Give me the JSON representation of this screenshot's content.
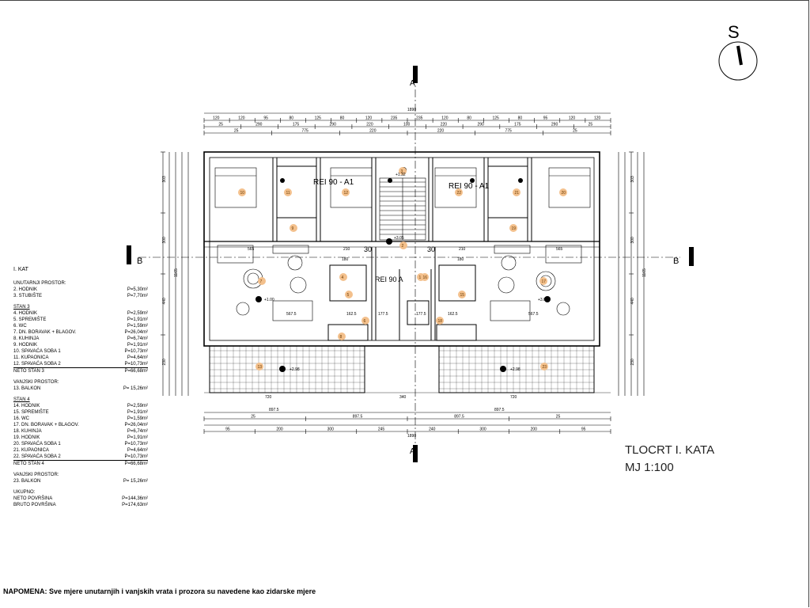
{
  "compass": {
    "label": "S"
  },
  "section_marks": {
    "a": "A",
    "b": "B"
  },
  "title": {
    "line1": "TLOCRT I. KATA",
    "line2": "MJ 1:100"
  },
  "note": "NAPOMENA: Sve mjere unutarnjih i vanjskih vrata i prozora su navedene kao zidarske mjere",
  "fire_labels": {
    "rei": "REI 90 - A1",
    "rei_short": "REI 90 A",
    "rei30": "30",
    "rei30b": "30"
  },
  "dims_top": {
    "total": "1890",
    "row1": [
      "120",
      "120",
      "95",
      "80",
      "125",
      "80",
      "120",
      "235",
      "235",
      "120",
      "80",
      "125",
      "80",
      "95",
      "120",
      "120"
    ],
    "row2": [
      "25",
      "290",
      "175",
      "290",
      "220",
      "100",
      "220",
      "290",
      "175",
      "290",
      "25"
    ],
    "row3": [
      "25",
      "775",
      "220",
      "220",
      "775",
      "25"
    ]
  },
  "dims_bottom": {
    "row1": [
      "897.5",
      "897.5"
    ],
    "row2": [
      "25",
      "897.5",
      "897.5",
      "25"
    ],
    "row3": [
      "95",
      "200",
      "300",
      "245",
      "240",
      "300",
      "200",
      "95"
    ],
    "total": "1890",
    "mid": [
      "720",
      "340",
      "720"
    ]
  },
  "dims_side": {
    "total": "1165",
    "parts": [
      "303",
      "300",
      "440",
      "230"
    ]
  },
  "levels": {
    "l1": "+1.32",
    "l2": "+3.05",
    "l3": "+1.00",
    "l4": "+3.00",
    "l5": "+2.98",
    "l6": "+2.98"
  },
  "interior_dims": {
    "d1": "567.5",
    "d2": "162.5",
    "d3": "177.5",
    "d4": "177.5",
    "d5": "162.5",
    "d6": "567.5",
    "d7": "565",
    "d8": "565",
    "d9": "210",
    "d10": "210",
    "d11": "180",
    "d12": "180"
  },
  "room_numbers": [
    "2",
    "3",
    "4",
    "5",
    "6",
    "7",
    "8",
    "9",
    "10",
    "11",
    "12",
    "13",
    "14",
    "15",
    "16",
    "17",
    "18",
    "19",
    "20",
    "21",
    "22",
    "23"
  ],
  "legend": {
    "floor": "I. KAT",
    "groups": [
      {
        "header": "UNUTARNJI PROSTOR:",
        "underline": false,
        "rows": [
          {
            "name": "2. HODNIK",
            "area": "P=5,30m²"
          },
          {
            "name": "3. STUBIŠTE",
            "area": "P=7,70m²"
          }
        ]
      },
      {
        "header": "STAN 3",
        "underline": true,
        "rows": [
          {
            "name": "4. HODNIK",
            "area": "P=2,59m²"
          },
          {
            "name": "5. SPREMIŠTE",
            "area": "P=1,91m²"
          },
          {
            "name": "6. WC",
            "area": "P=1,59m²"
          },
          {
            "name": "7. DN. BORAVAK + BLAGOV.",
            "area": "P=26,04m²"
          },
          {
            "name": "8. KUHINJA",
            "area": "P=6,74m²"
          },
          {
            "name": "9. HODNIK",
            "area": "P=1,91m²"
          },
          {
            "name": "10. SPAVAĆA SOBA 1",
            "area": "P=10,73m²"
          },
          {
            "name": "11. KUPAONICA",
            "area": "P=4,64m²"
          },
          {
            "name": "12. SPAVAĆA SOBA 2",
            "area": "P=10,73m²"
          }
        ],
        "total": {
          "name": "NETO STAN 3",
          "area": "P=66,68m²"
        }
      },
      {
        "header": "VANJSKI PROSTOR:",
        "underline": false,
        "rows": [
          {
            "name": "13. BALKON",
            "area": "P= 15,26m²"
          }
        ]
      },
      {
        "header": "STAN 4",
        "underline": true,
        "rows": [
          {
            "name": "14. HODNIK",
            "area": "P=2,59m²"
          },
          {
            "name": "15. SPREMIŠTE",
            "area": "P=1,91m²"
          },
          {
            "name": "16. WC",
            "area": "P=1,59m²"
          },
          {
            "name": "17. DN. BORAVAK + BLAGOV.",
            "area": "P=26,04m²"
          },
          {
            "name": "18. KUHINJA",
            "area": "P=6,74m²"
          },
          {
            "name": "19. HODNIK",
            "area": "P=1,91m²"
          },
          {
            "name": "20. SPAVAĆA SOBA 1",
            "area": "P=10,73m²"
          },
          {
            "name": "21. KUPAONICA",
            "area": "P=4,64m²"
          },
          {
            "name": "22. SPAVAĆA SOBA 2",
            "area": "P=10,73m²"
          }
        ],
        "total": {
          "name": "NETO STAN 4",
          "area": "P=66,68m²"
        }
      },
      {
        "header": "VANJSKI PROSTOR:",
        "underline": false,
        "rows": [
          {
            "name": "23. BALKON",
            "area": "P= 15,26m²"
          }
        ]
      },
      {
        "header": "UKUPNO:",
        "underline": false,
        "rows": [
          {
            "name": "NETO POVRŠINA",
            "area": "P=144,36m²"
          },
          {
            "name": "BRUTO POVRŠINA",
            "area": "P=174,63m²"
          }
        ]
      }
    ]
  }
}
